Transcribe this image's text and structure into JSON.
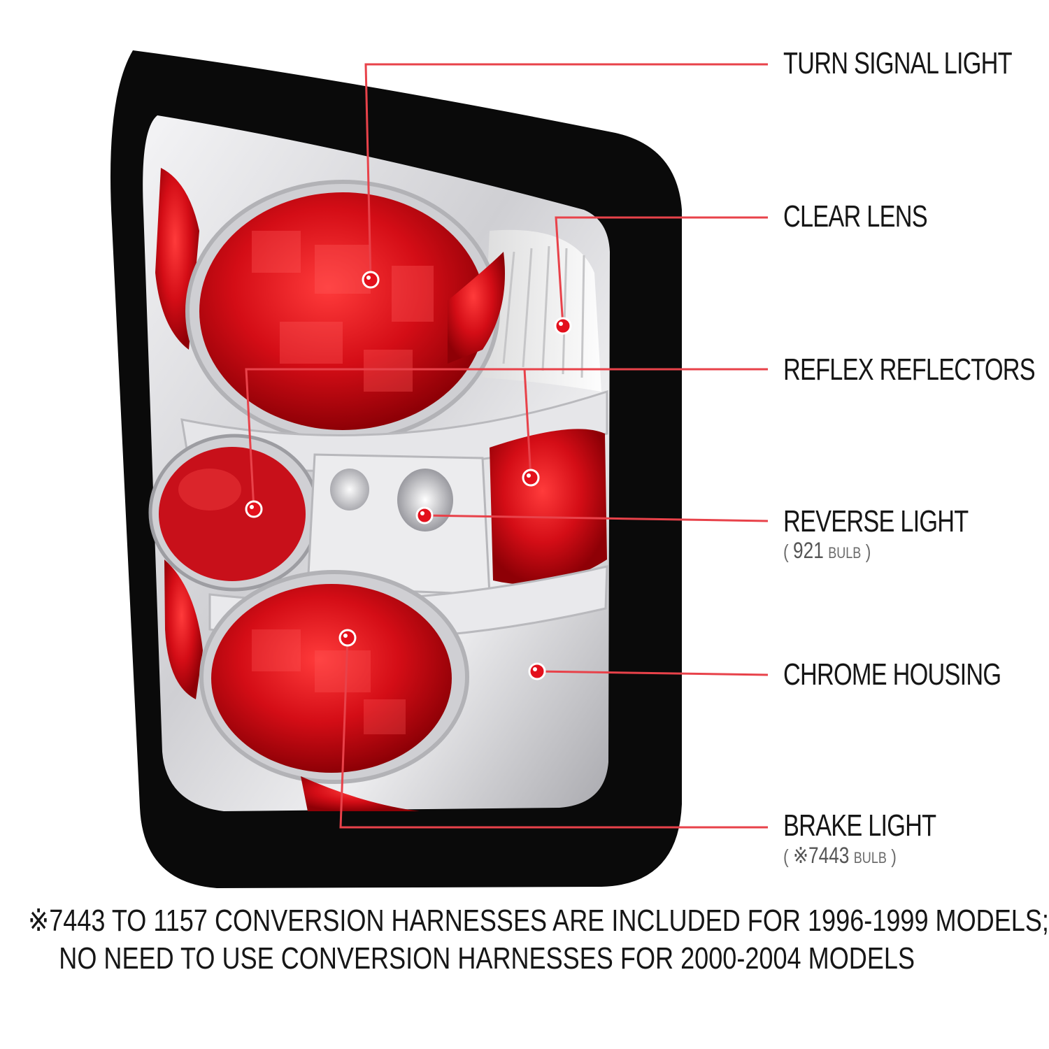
{
  "callouts": [
    {
      "id": "turn_signal",
      "title": "TURN SIGNAL LIGHT"
    },
    {
      "id": "clear_lens",
      "title": "CLEAR LENS"
    },
    {
      "id": "reflex_reflectors",
      "title": "REFLEX REFLECTORS"
    },
    {
      "id": "reverse_light",
      "title": "REVERSE LIGHT",
      "sub_open": "(",
      "sub_num": "921",
      "sub_unit": "BULB",
      "sub_close": ")"
    },
    {
      "id": "chrome_housing",
      "title": "CHROME HOUSING"
    },
    {
      "id": "brake_light",
      "title": "BRAKE LIGHT",
      "sub_open": "(",
      "sub_num": "※7443",
      "sub_unit": "BULB",
      "sub_close": ")"
    }
  ],
  "footnote": {
    "line1": "※7443 TO 1157 CONVERSION HARNESSES ARE INCLUDED FOR 1996-1999 MODELS;",
    "line2": "NO NEED TO USE CONVERSION HARNESSES FOR 2000-2004 MODELS"
  },
  "colors": {
    "leader_line": "#e8424a",
    "marker": "#e3101c",
    "lens_red": "#d8101a",
    "chrome": "#d9d9dc",
    "frame": "#0a0a0a"
  }
}
